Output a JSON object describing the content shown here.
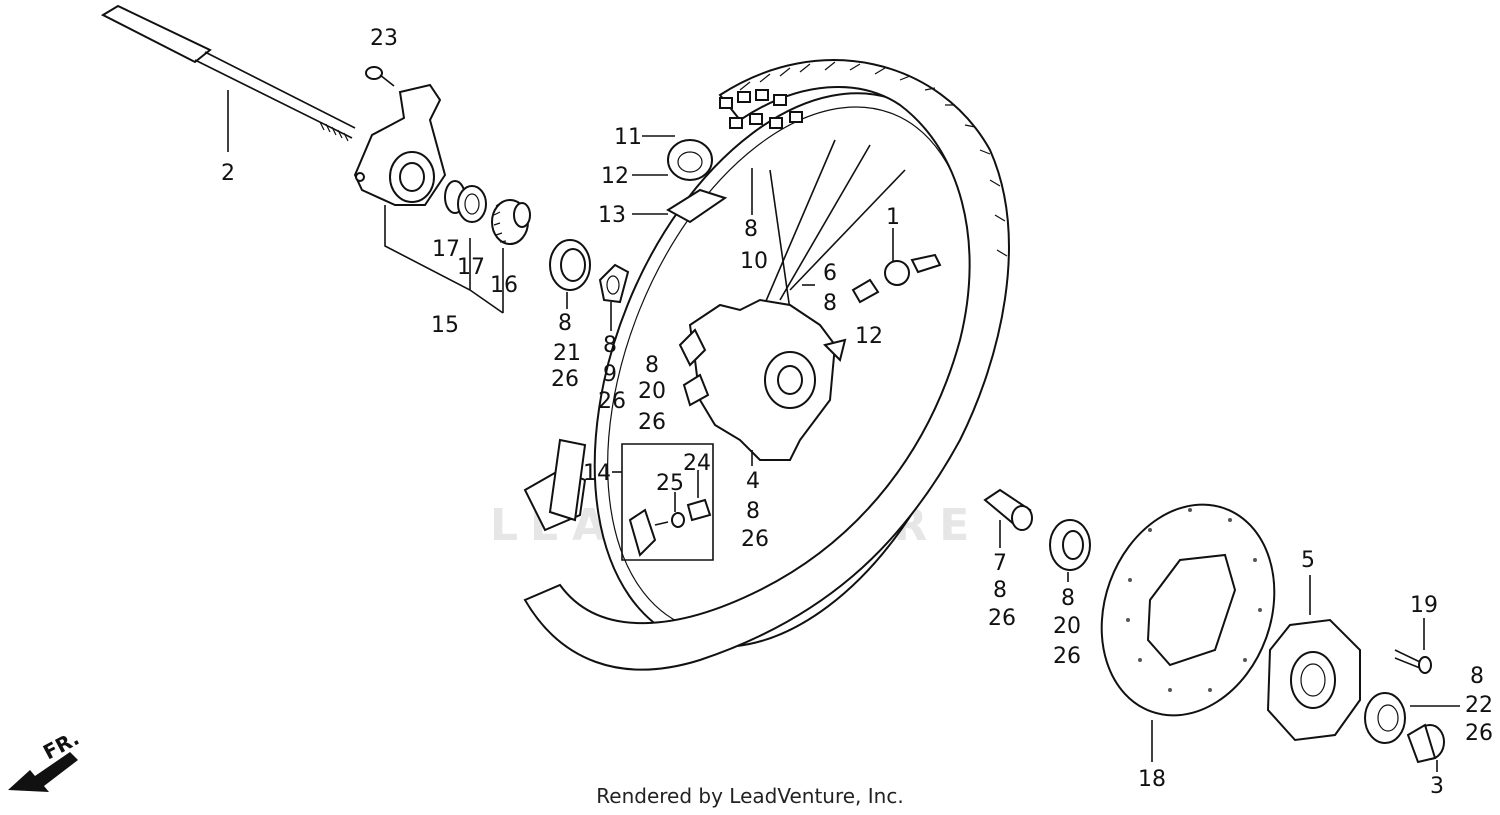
{
  "footer": "Rendered by LeadVenture, Inc.",
  "watermark": "LEADVENTURE",
  "direction_label": "FR.",
  "callouts": {
    "c23": "23",
    "c2": "2",
    "c11": "11",
    "c12a": "12",
    "c13": "13",
    "c8a": "8",
    "c10": "10",
    "c1": "1",
    "c6": "6",
    "c8b": "8",
    "c12b": "12",
    "c17a": "17",
    "c17b": "17",
    "c16": "16",
    "c15": "15",
    "c8c": "8",
    "c21": "21",
    "c26a": "26",
    "c8d": "8",
    "c9": "9",
    "c26b": "26",
    "c8e": "8",
    "c20a": "20",
    "c26c": "26",
    "c14": "14",
    "c24": "24",
    "c25": "25",
    "c4": "4",
    "c8f": "8",
    "c26d": "26",
    "c7": "7",
    "c8g": "8",
    "c26e": "26",
    "c8h": "8",
    "c20b": "20",
    "c26f": "26",
    "c18": "18",
    "c5": "5",
    "c19": "19",
    "c8i": "8",
    "c22": "22",
    "c26g": "26",
    "c3": "3"
  }
}
